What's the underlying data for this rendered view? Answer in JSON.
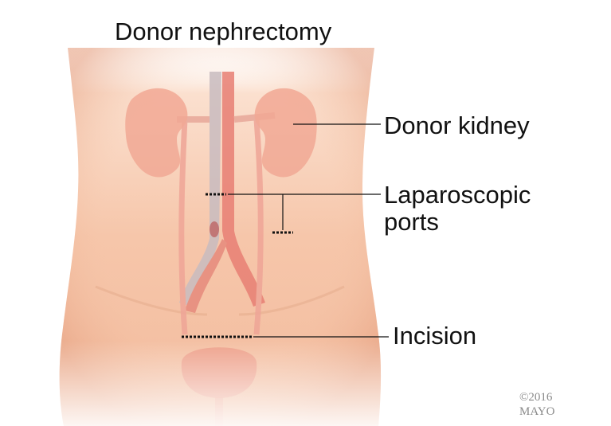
{
  "title": "Donor nephrectomy",
  "labels": {
    "donor_kidney": "Donor kidney",
    "ports_line1": "Laparoscopic",
    "ports_line2": "ports",
    "incision": "Incision"
  },
  "copyright": {
    "year": "©2016",
    "owner": "MAYO"
  },
  "colors": {
    "skin": "#f6c3a6",
    "organ": "#ee9a88",
    "vessel": "#e88478",
    "vein": "#c6b8bc",
    "text": "#111111"
  }
}
